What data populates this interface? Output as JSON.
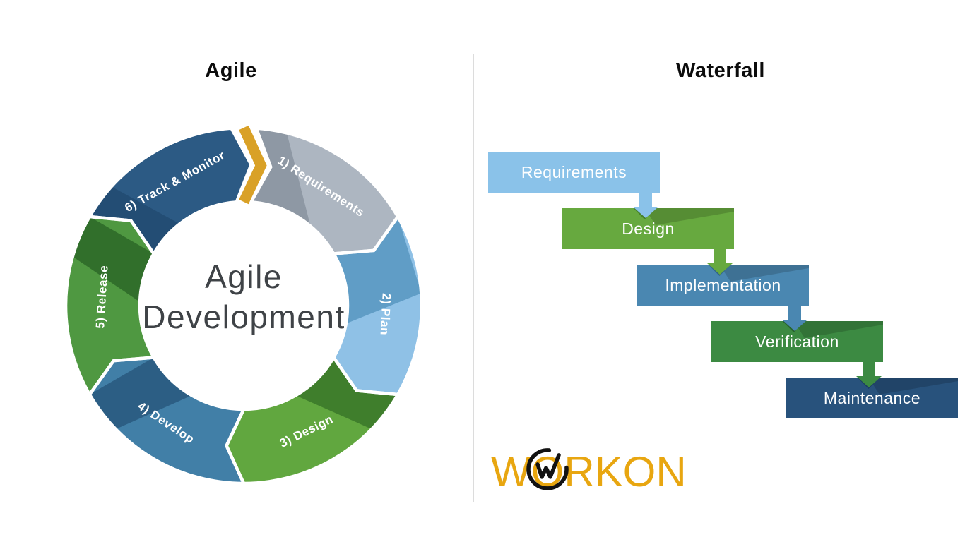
{
  "agile": {
    "title": "Agile",
    "center_line1": "Agile",
    "center_line2": "Development",
    "chevron_color": "#d9a127",
    "segments": [
      {
        "label": "1) Requirements",
        "color": "#adb6c1",
        "shadow": "#8e98a4"
      },
      {
        "label": "2) Plan",
        "color": "#8fc1e6",
        "shadow": "#609dc6"
      },
      {
        "label": "3) Design",
        "color": "#61a73f",
        "shadow": "#3f7e2c"
      },
      {
        "label": "4) Develop",
        "color": "#417fa7",
        "shadow": "#2c5e84"
      },
      {
        "label": "5) Release",
        "color": "#4f9841",
        "shadow": "#316f2b"
      },
      {
        "label": "6) Track & Monitor",
        "color": "#2c5a84",
        "shadow": "#234d74"
      }
    ],
    "label_color": "#ffffff",
    "center_text_color": "#3f4347"
  },
  "waterfall": {
    "title": "Waterfall",
    "steps": [
      {
        "label": "Requirements",
        "color": "#8ac2e9",
        "dark": "#5d9fc8"
      },
      {
        "label": "Design",
        "color": "#67a93f",
        "dark": "#45802b"
      },
      {
        "label": "Implementation",
        "color": "#4a87b1",
        "dark": "#2f6488"
      },
      {
        "label": "Verification",
        "color": "#3c8a42",
        "dark": "#27632c"
      },
      {
        "label": "Maintenance",
        "color": "#28527c",
        "dark": "#1b3e61"
      }
    ]
  },
  "logo": {
    "text_w": "W",
    "text_o": "O",
    "text_rest": "RKON",
    "color": "#e8a610",
    "mark_color": "#121212"
  }
}
